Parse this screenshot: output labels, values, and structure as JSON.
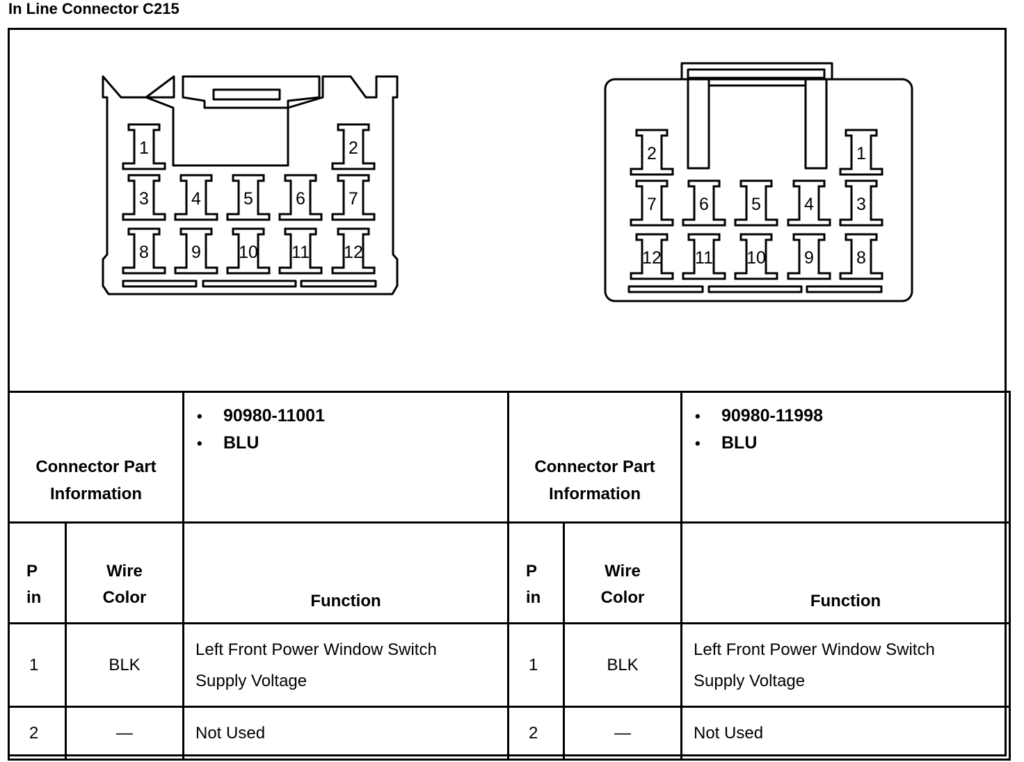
{
  "title": "In Line Connector C215",
  "connectors": [
    {
      "part_label": "Connector Part Information",
      "part_number": "90980-11001",
      "color": "BLU",
      "pin_labels": [
        "1",
        "2",
        "3",
        "4",
        "5",
        "6",
        "7",
        "8",
        "9",
        "10",
        "11",
        "12"
      ]
    },
    {
      "part_label": "Connector Part Information",
      "part_number": "90980-11998",
      "color": "BLU",
      "pin_labels": [
        "2",
        "1",
        "7",
        "6",
        "5",
        "4",
        "3",
        "12",
        "11",
        "10",
        "9",
        "8"
      ]
    }
  ],
  "columns": {
    "pin": "P in",
    "wire_color": "Wire Color",
    "function": "Function"
  },
  "rows": [
    {
      "pin": "1",
      "wire_color": "BLK",
      "function": "Left Front Power Window Switch Supply Voltage"
    },
    {
      "pin": "2",
      "wire_color": "—",
      "function": "Not Used"
    }
  ]
}
